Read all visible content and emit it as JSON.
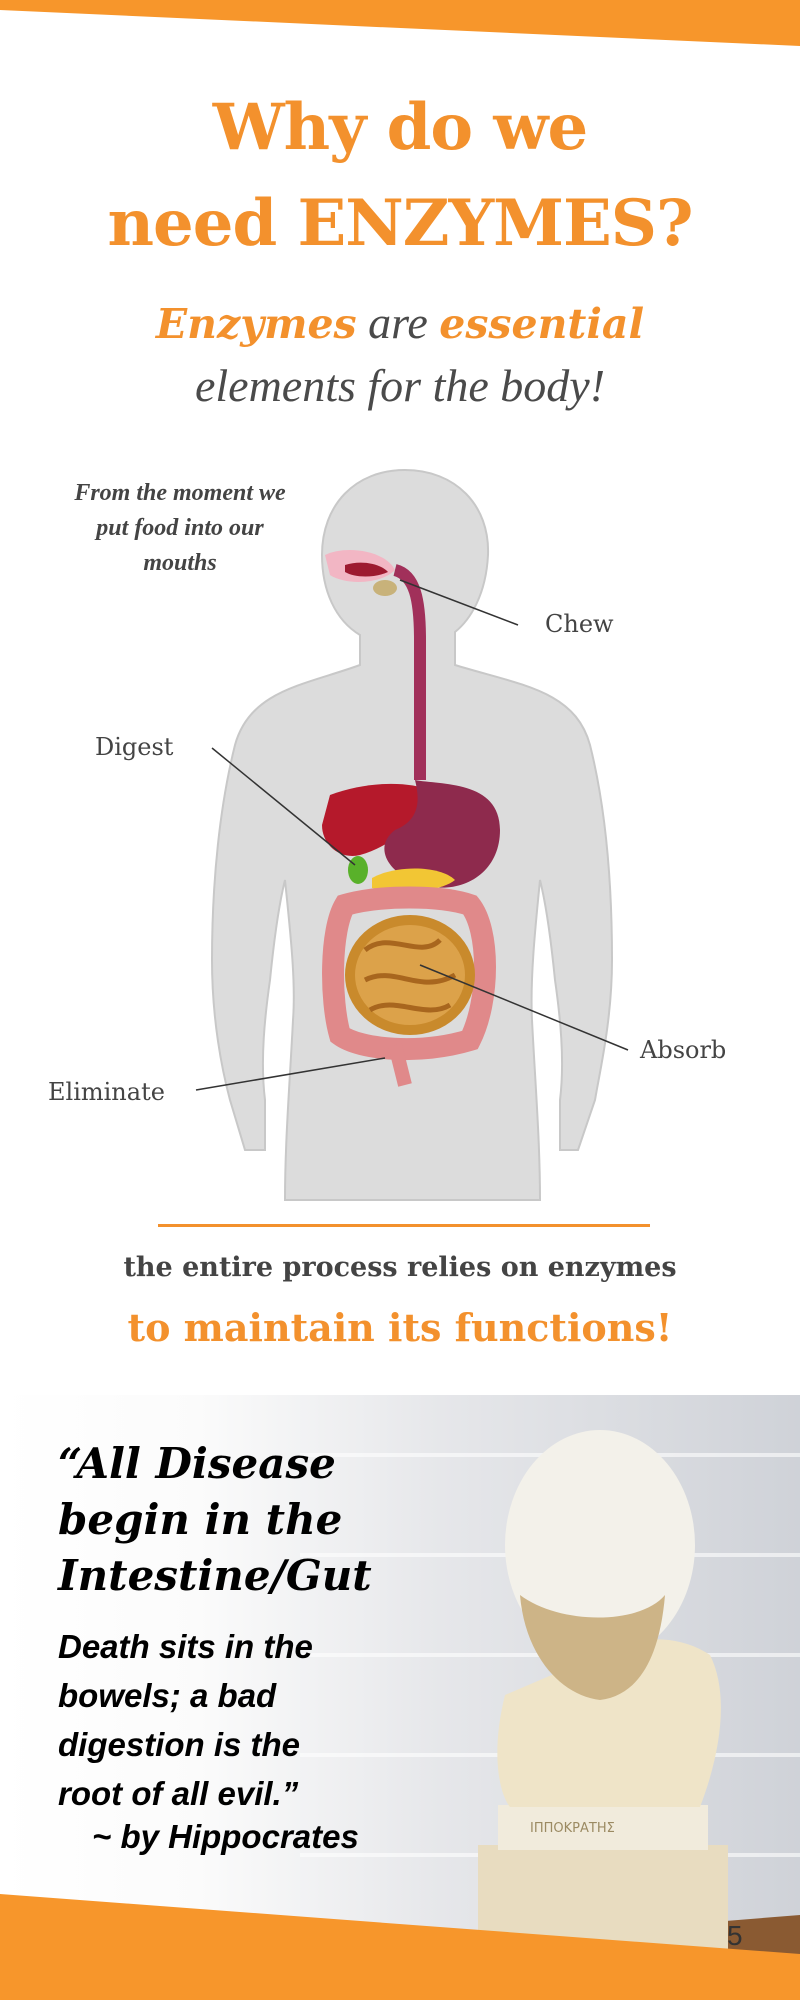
{
  "header": {
    "title_line1": "Why do we",
    "title_line2": "need ENZYMES?"
  },
  "subtitle": {
    "word1": "Enzymes",
    "word2": " are ",
    "word3": "essential",
    "line2": "elements for the body!"
  },
  "diagram": {
    "intro": "From the moment we put food into our mouths",
    "labels": {
      "chew": "Chew",
      "digest": "Digest",
      "absorb": "Absorb",
      "eliminate": "Eliminate"
    }
  },
  "process": {
    "line1": "the entire process relies on enzymes",
    "line2": "to maintain its functions!"
  },
  "quote": {
    "headline_lines": [
      "“All Disease",
      "begin in the",
      "Intestine/Gut"
    ],
    "body_lines": [
      "Death sits in the",
      "bowels; a bad",
      "digestion is the",
      "root of all evil.”"
    ],
    "attribution": "~ by Hippocrates",
    "bust_inscription": "ΙΠΠΟΚΡΑΤΗΣ"
  },
  "page_number": "5",
  "colors": {
    "accent": "#f3912d",
    "text": "#444444"
  }
}
